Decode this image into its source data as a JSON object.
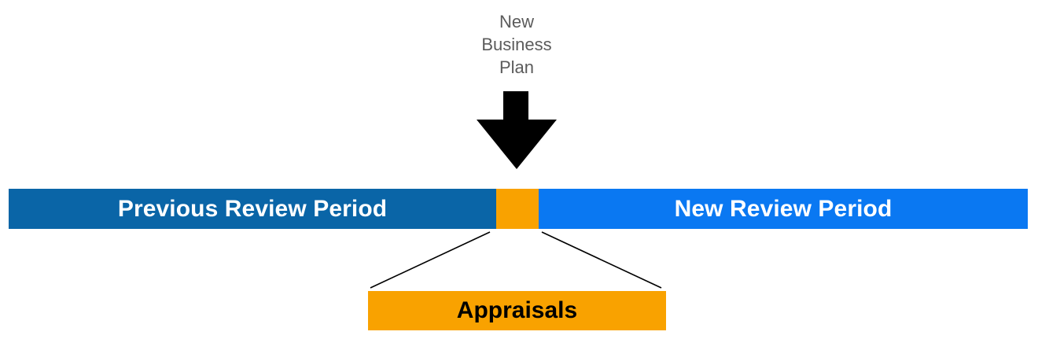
{
  "top_label": {
    "lines": [
      "New",
      "Business",
      "Plan"
    ]
  },
  "timeline": {
    "previous_label": "Previous Review Period",
    "new_label": "New Review Period"
  },
  "appraisals_label": "Appraisals",
  "colors": {
    "previous_period": "#0a65a7",
    "appraisal_window": "#f9a200",
    "new_period": "#0a78f2",
    "arrow": "#000000",
    "label_text": "#5b5b5b"
  },
  "icons": {
    "arrow": "down-arrow-icon"
  }
}
